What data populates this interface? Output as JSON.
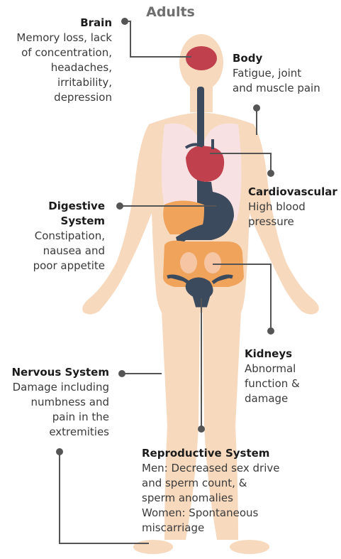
{
  "title": "Adults",
  "colors": {
    "skin": "#f7d9bd",
    "lungs": "#f8e1e3",
    "heart": "#c0414d",
    "stomach": "#3b4a5c",
    "intestines": "#f0a35b",
    "connector": "#555555"
  },
  "labels": {
    "brain": {
      "heading": "Brain",
      "description": "Memory loss, lack\nof concentration,\nheadaches,\nirritability,\ndepression"
    },
    "body": {
      "heading": "Body",
      "description": "Fatigue, joint\nand muscle pain"
    },
    "cardiovascular": {
      "heading": "Cardiovascular",
      "description": "High blood\npressure"
    },
    "digestive": {
      "heading": "Digestive\nSystem",
      "description": "Constipation,\nnausea and\npoor appetite"
    },
    "kidneys": {
      "heading": "Kidneys",
      "description": "Abnormal\nfunction &\ndamage"
    },
    "nervous": {
      "heading": "Nervous System",
      "description": "Damage including\nnumbness and\npain in the\nextremities"
    },
    "reproductive": {
      "heading": "Reproductive System",
      "description": "Men: Decreased sex drive\nand sperm count, &\nsperm anomalies\nWomen: Spontaneous\nmiscarriage"
    }
  }
}
